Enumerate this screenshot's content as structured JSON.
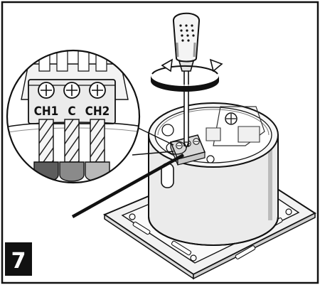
{
  "step": {
    "number": "7"
  },
  "terminals": {
    "labels": [
      "CH1",
      "C",
      "CH2"
    ]
  },
  "colors": {
    "frame": "#111111",
    "wire_ch1": "#5d5d5d",
    "wire_c": "#8a8a8a",
    "wire_ch2": "#b8b8b8",
    "step_badge_bg": "#111111",
    "step_badge_fg": "#ffffff"
  },
  "icons": {
    "tool": "screwdriver-icon",
    "motion": "rotation-arrow-icon"
  }
}
